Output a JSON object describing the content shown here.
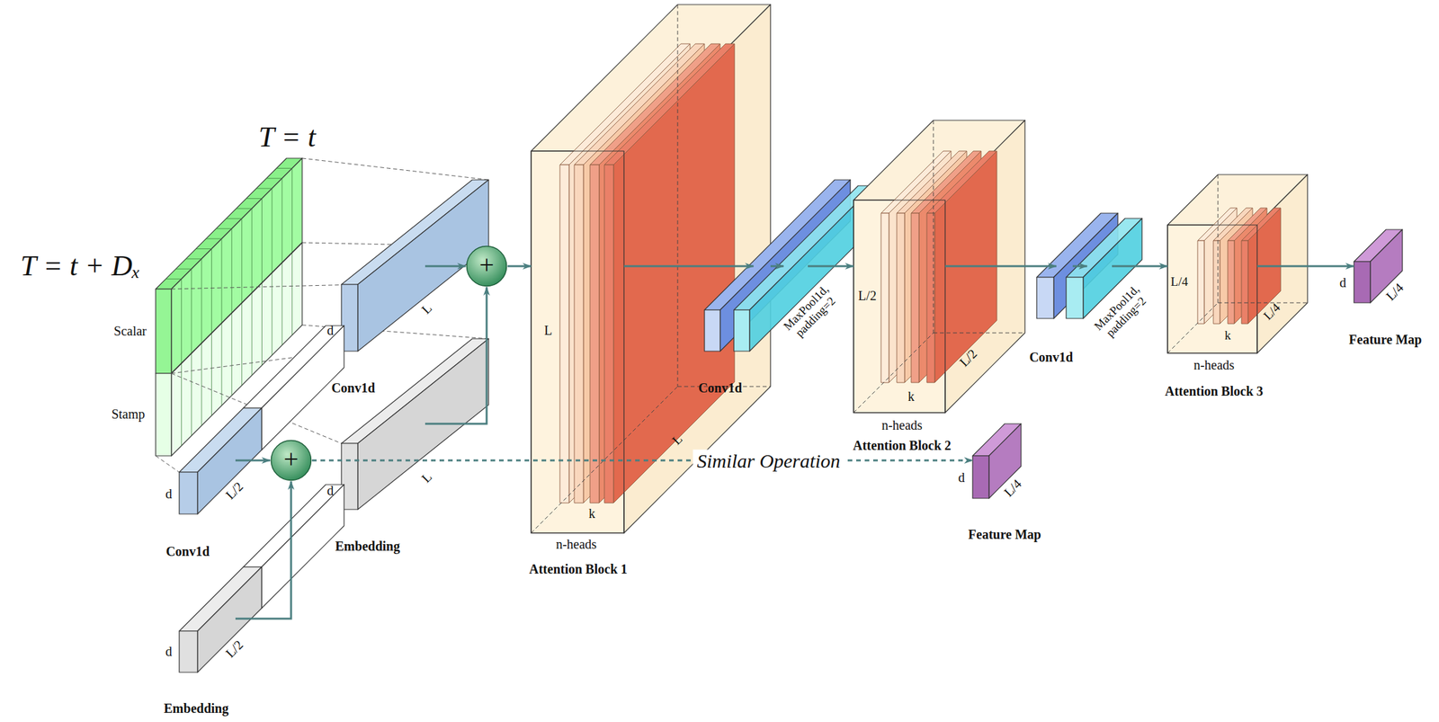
{
  "diagram": {
    "nodes": [
      {
        "text": [
          "Scalar",
          "Stamp"
        ]
      },
      {
        "text": [
          "d",
          "L",
          "Conv1d"
        ]
      },
      {
        "text": [
          "d",
          "L",
          "Embedding"
        ]
      },
      {
        "text": [
          "+"
        ]
      },
      {
        "text": [
          "L",
          "k",
          "L",
          "n-heads",
          "Attention Block 1"
        ]
      },
      {
        "text": [
          "Conv1d"
        ]
      },
      {
        "text": [
          "MaxPool1d, padding=2"
        ]
      },
      {
        "text": [
          "L/2",
          "k",
          "L/2",
          "n-heads",
          "Attention Block 2"
        ]
      },
      {
        "text": [
          "Conv1d"
        ]
      },
      {
        "text": [
          "MaxPool1d, padding=2"
        ]
      },
      {
        "text": [
          "L/4",
          "k",
          "L/4",
          "n-heads",
          "Attention Block 3"
        ]
      },
      {
        "text": [
          "d",
          "L/4",
          "Feature Map"
        ]
      },
      {
        "text": [
          "d",
          "L/2",
          "Conv1d"
        ]
      },
      {
        "text": [
          "d",
          "L/2",
          "Embedding"
        ]
      },
      {
        "text": [
          "+"
        ]
      },
      {
        "text": [
          "d",
          "L/4",
          "Feature Map"
        ]
      }
    ],
    "edges": [
      {
        "from": 1,
        "to": 3,
        "arrow": "to"
      },
      {
        "from": 2,
        "to": 3,
        "arrow": "to"
      },
      {
        "from": 3,
        "to": 4,
        "arrow": "to"
      },
      {
        "from": 4,
        "to": 5,
        "arrow": "to"
      },
      {
        "from": 5,
        "to": 6,
        "arrow": "to"
      },
      {
        "from": 6,
        "to": 7,
        "arrow": "to"
      },
      {
        "from": 7,
        "to": 8,
        "arrow": "to"
      },
      {
        "from": 8,
        "to": 9,
        "arrow": "to"
      },
      {
        "from": 9,
        "to": 10,
        "arrow": "to"
      },
      {
        "from": 10,
        "to": 11,
        "arrow": "to"
      },
      {
        "from": 12,
        "to": 14,
        "arrow": "to"
      },
      {
        "from": 13,
        "to": 14,
        "arrow": "to"
      },
      {
        "from": 14,
        "to": 15,
        "label": "Similar Operation",
        "arrow": "to"
      }
    ],
    "labels": [
      "T = t",
      "T = t + Dₓ"
    ]
  }
}
